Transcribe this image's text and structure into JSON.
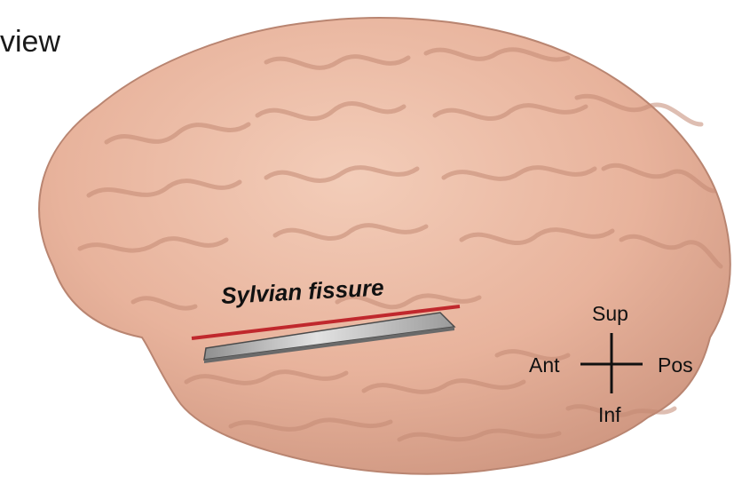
{
  "view_label": "view",
  "fissure": {
    "label": "Sylvian fissure",
    "line_color": "#c0282d"
  },
  "orientation": {
    "superior": "Sup",
    "inferior": "Inf",
    "anterior": "Ant",
    "posterior": "Pos"
  },
  "colors": {
    "brain": "#e8b39c",
    "brain_shadow": "#c98f7a",
    "plane": "#a9a9a9"
  }
}
